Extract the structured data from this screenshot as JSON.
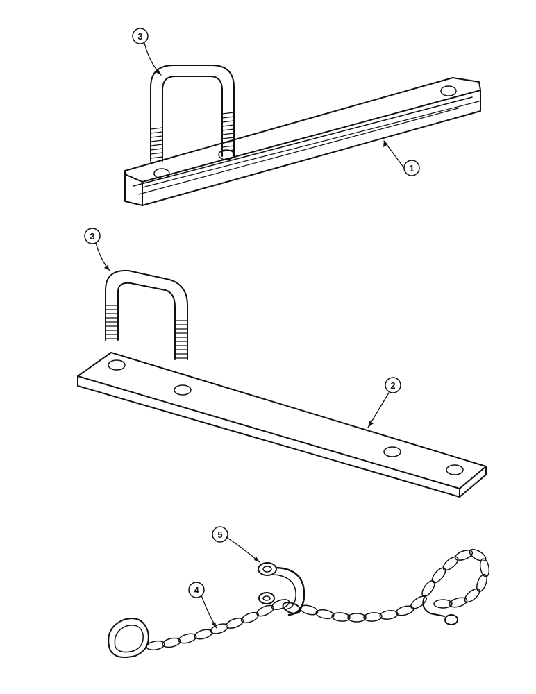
{
  "callouts": {
    "c1": "1",
    "c2": "2",
    "c3_top": "3",
    "c3_mid": "3",
    "c4": "4",
    "c5": "5"
  }
}
